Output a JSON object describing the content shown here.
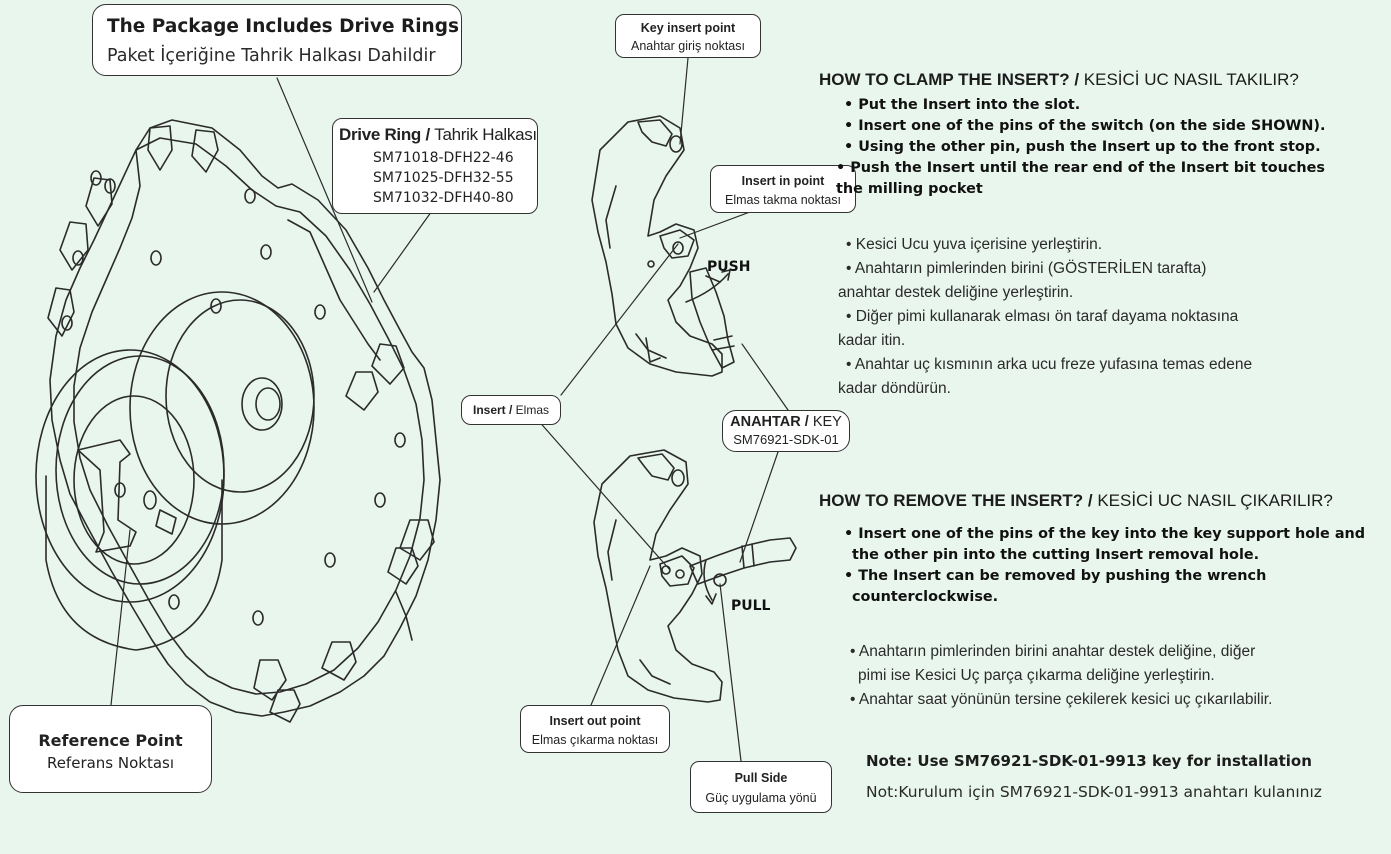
{
  "package_callout": {
    "title": "The Package Includes Drive Rings",
    "subtitle": "Paket İçeriğine Tahrik Halkası Dahildir"
  },
  "drive_ring": {
    "title_bold": "Drive Ring / ",
    "title_light": "Tahrik Halkası",
    "codes": [
      "SM71018-DFH22-46",
      "SM71025-DFH32-55",
      "SM71032-DFH40-80"
    ]
  },
  "reference_point": {
    "title": "Reference Point",
    "subtitle": "Referans Noktası"
  },
  "key_insert_point": {
    "title": "Key insert point",
    "subtitle": "Anahtar giriş noktası"
  },
  "insert_in_point": {
    "title": "Insert in point",
    "subtitle": "Elmas takma noktası"
  },
  "insert_label": {
    "bold": "Insert / ",
    "light": "Elmas"
  },
  "key_label": {
    "bold": "ANAHTAR / ",
    "light": "KEY",
    "code": "SM76921-SDK-01"
  },
  "insert_out_point": {
    "title": "Insert out point",
    "subtitle": "Elmas çıkarma noktası"
  },
  "pull_side": {
    "title": "Pull Side",
    "subtitle": "Güç uygulama yönü"
  },
  "push_label": "PUSH",
  "pull_label": "PULL",
  "clamp": {
    "title_bold": "HOW TO CLAMP THE INSERT? / ",
    "title_light": "KESİCİ UC NASIL TAKILIR?",
    "steps_en": [
      "• Put the Insert into the slot.",
      "• Insert one of the pins of the switch (on the side SHOWN).",
      "• Using the other pin, push the Insert up to the front stop.",
      "• Push the Insert until the rear end of the Insert bit touches",
      "the milling pocket"
    ],
    "steps_tr": [
      "• Kesici Ucu yuva içerisine yerleştirin.",
      "• Anahtarın pimlerinden birini (GÖSTERİLEN tarafta)",
      "anahtar destek deliğine yerleştirin.",
      "• Diğer pimi kullanarak elması ön taraf dayama noktasına",
      "kadar itin.",
      "• Anahtar uç kısmının arka ucu freze yufasına temas edene",
      "kadar döndürün."
    ]
  },
  "remove": {
    "title_bold": "HOW TO REMOVE THE INSERT? / ",
    "title_light": "KESİCİ UC NASIL ÇIKARILIR?",
    "steps_en": [
      "• Insert one of the pins of the key into the key support hole and",
      "the other pin into the cutting Insert removal hole.",
      "• The Insert can be removed by pushing the wrench",
      "counterclockwise."
    ],
    "steps_tr": [
      "• Anahtarın pimlerinden birini anahtar destek deliğine, diğer",
      "pimi ise Kesici Uç parça çıkarma deliğine yerleştirin.",
      "• Anahtar saat yönünün tersine çekilerek kesici uç çıkarılabilir."
    ]
  },
  "note": {
    "en": "Note: Use SM76921-SDK-01-9913 key for installation",
    "tr": "Not:Kurulum için SM76921-SDK-01-9913 anahtarı kulanınız"
  },
  "colors": {
    "background": "#e9f6ee",
    "line": "#333333",
    "box": "#ffffff"
  }
}
